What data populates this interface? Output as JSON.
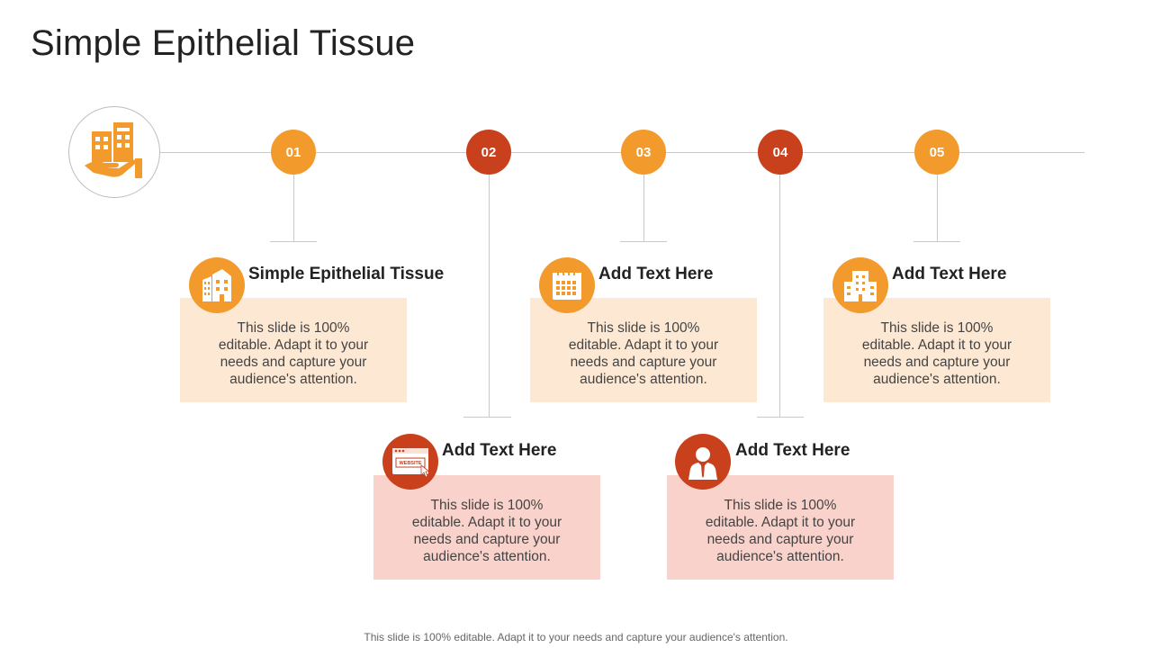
{
  "title": "Simple Epithelial Tissue",
  "colors": {
    "orange": "#f39a2d",
    "red": "#c8401c",
    "light_fill": "#fde8d4",
    "pink_fill": "#f9d3cb",
    "line": "#c9c9c9"
  },
  "hub": {
    "icon": "building-hand-icon"
  },
  "steps": [
    {
      "number": "01",
      "heading": "Simple Epithelial Tissue",
      "body": "This slide is 100% editable. Adapt it to your needs and capture your audience's attention.",
      "icon": "buildings-icon"
    },
    {
      "number": "02",
      "heading": "Add Text Here",
      "body": "This slide is 100% editable. Adapt it to your needs and capture your audience's attention.",
      "icon": "website-icon",
      "icon_label": "WEBSITE"
    },
    {
      "number": "03",
      "heading": "Add Text Here",
      "body": "This slide is 100% editable. Adapt it to your needs and capture your audience's attention.",
      "icon": "calendar-icon"
    },
    {
      "number": "04",
      "heading": "Add Text Here",
      "body": "This slide is 100% editable. Adapt it to your needs and capture your audience's attention.",
      "icon": "person-icon"
    },
    {
      "number": "05",
      "heading": "Add Text Here",
      "body": "This slide is 100% editable. Adapt it to your needs and capture your audience's attention.",
      "icon": "office-building-icon"
    }
  ],
  "footer": "This slide is 100% editable. Adapt it to your needs and capture your audience's attention."
}
